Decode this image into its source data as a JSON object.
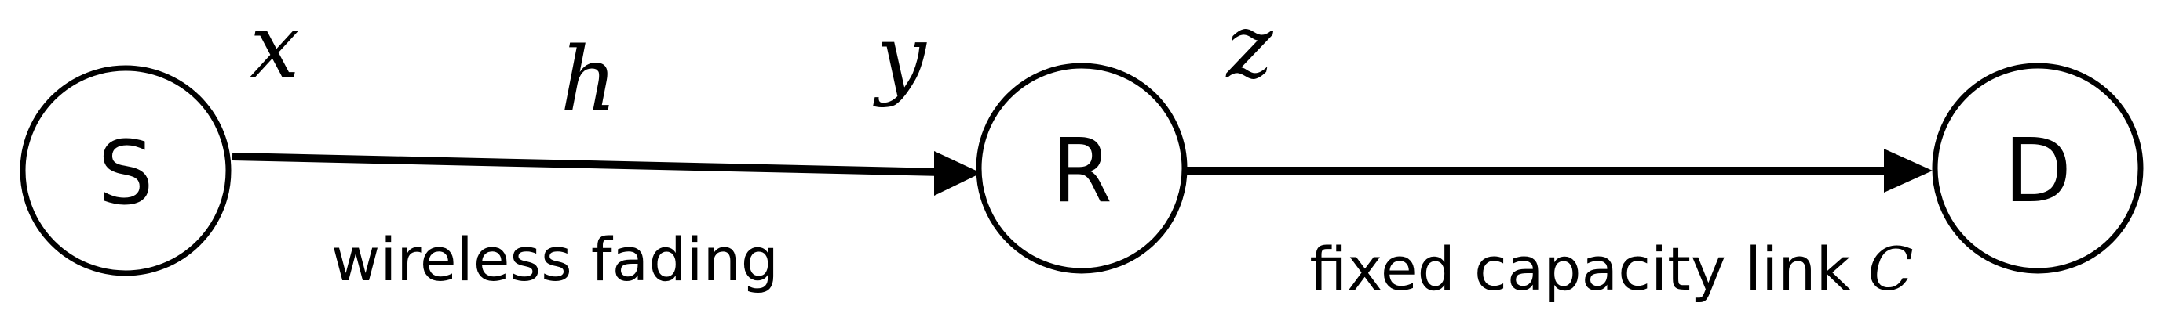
{
  "nodes": {
    "source": {
      "label": "S"
    },
    "relay": {
      "label": "R"
    },
    "destination": {
      "label": "D"
    }
  },
  "labels": {
    "x": "x",
    "h": "h",
    "y": "y",
    "z": "z"
  },
  "edges": {
    "wireless": {
      "caption": "wireless fading"
    },
    "fixed": {
      "caption": "fixed capacity link",
      "capacity_symbol": "C"
    }
  }
}
